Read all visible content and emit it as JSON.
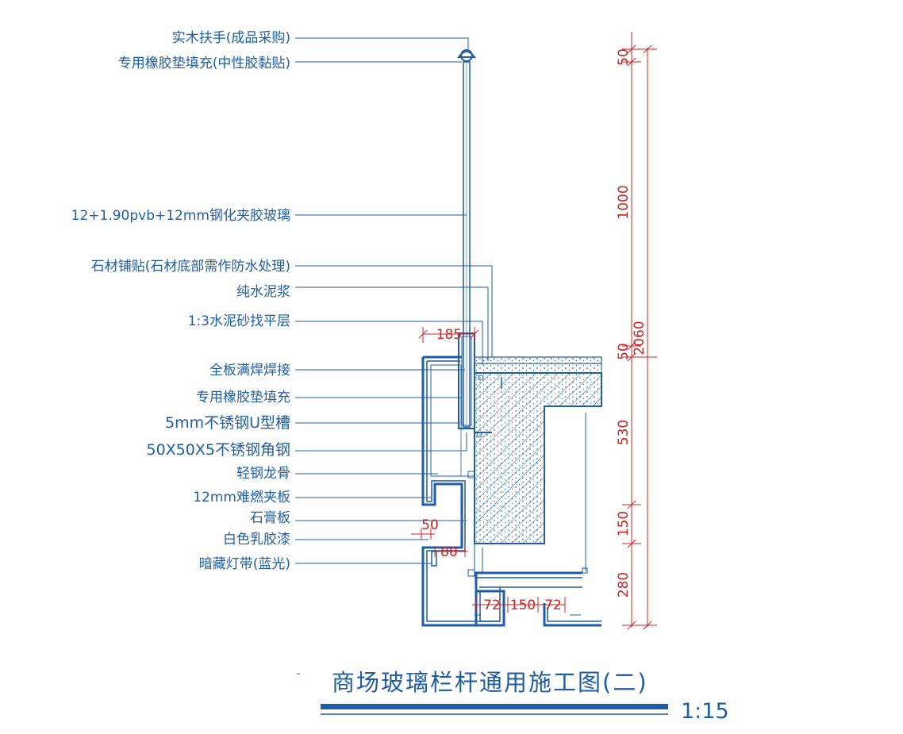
{
  "labels": [
    {
      "text": "实木扶手(成品采购)"
    },
    {
      "text": "专用橡胶垫填充(中性胶黏贴)"
    },
    {
      "text": "12+1.90pvb+12mm钢化夹胶玻璃"
    },
    {
      "text": "石材铺贴(石材底部需作防水处理)"
    },
    {
      "text": "纯水泥浆"
    },
    {
      "text": "1:3水泥砂找平层"
    },
    {
      "text": "全板满焊焊接"
    },
    {
      "text": "专用橡胶垫填充"
    },
    {
      "text": "5mm不锈钢U型槽"
    },
    {
      "text": "50X50X5不锈钢角钢"
    },
    {
      "text": "轻钢龙骨"
    },
    {
      "text": "12mm难燃夹板"
    },
    {
      "text": "石膏板"
    },
    {
      "text": "白色乳胶漆"
    },
    {
      "text": "暗藏灯带(蓝光)"
    }
  ],
  "dimensions": {
    "vertical": [
      "50",
      "1000",
      "50",
      "2060",
      "530",
      "150",
      "280"
    ],
    "detail": [
      "185",
      "50",
      "80",
      "72",
      "150",
      "72"
    ]
  },
  "title": "商场玻璃栏杆通用施工图(二)",
  "scale": "1:15",
  "colors": {
    "linework": "#1f5da8",
    "dimension": "#d42020",
    "concrete_hatch": "#1f5da8"
  }
}
